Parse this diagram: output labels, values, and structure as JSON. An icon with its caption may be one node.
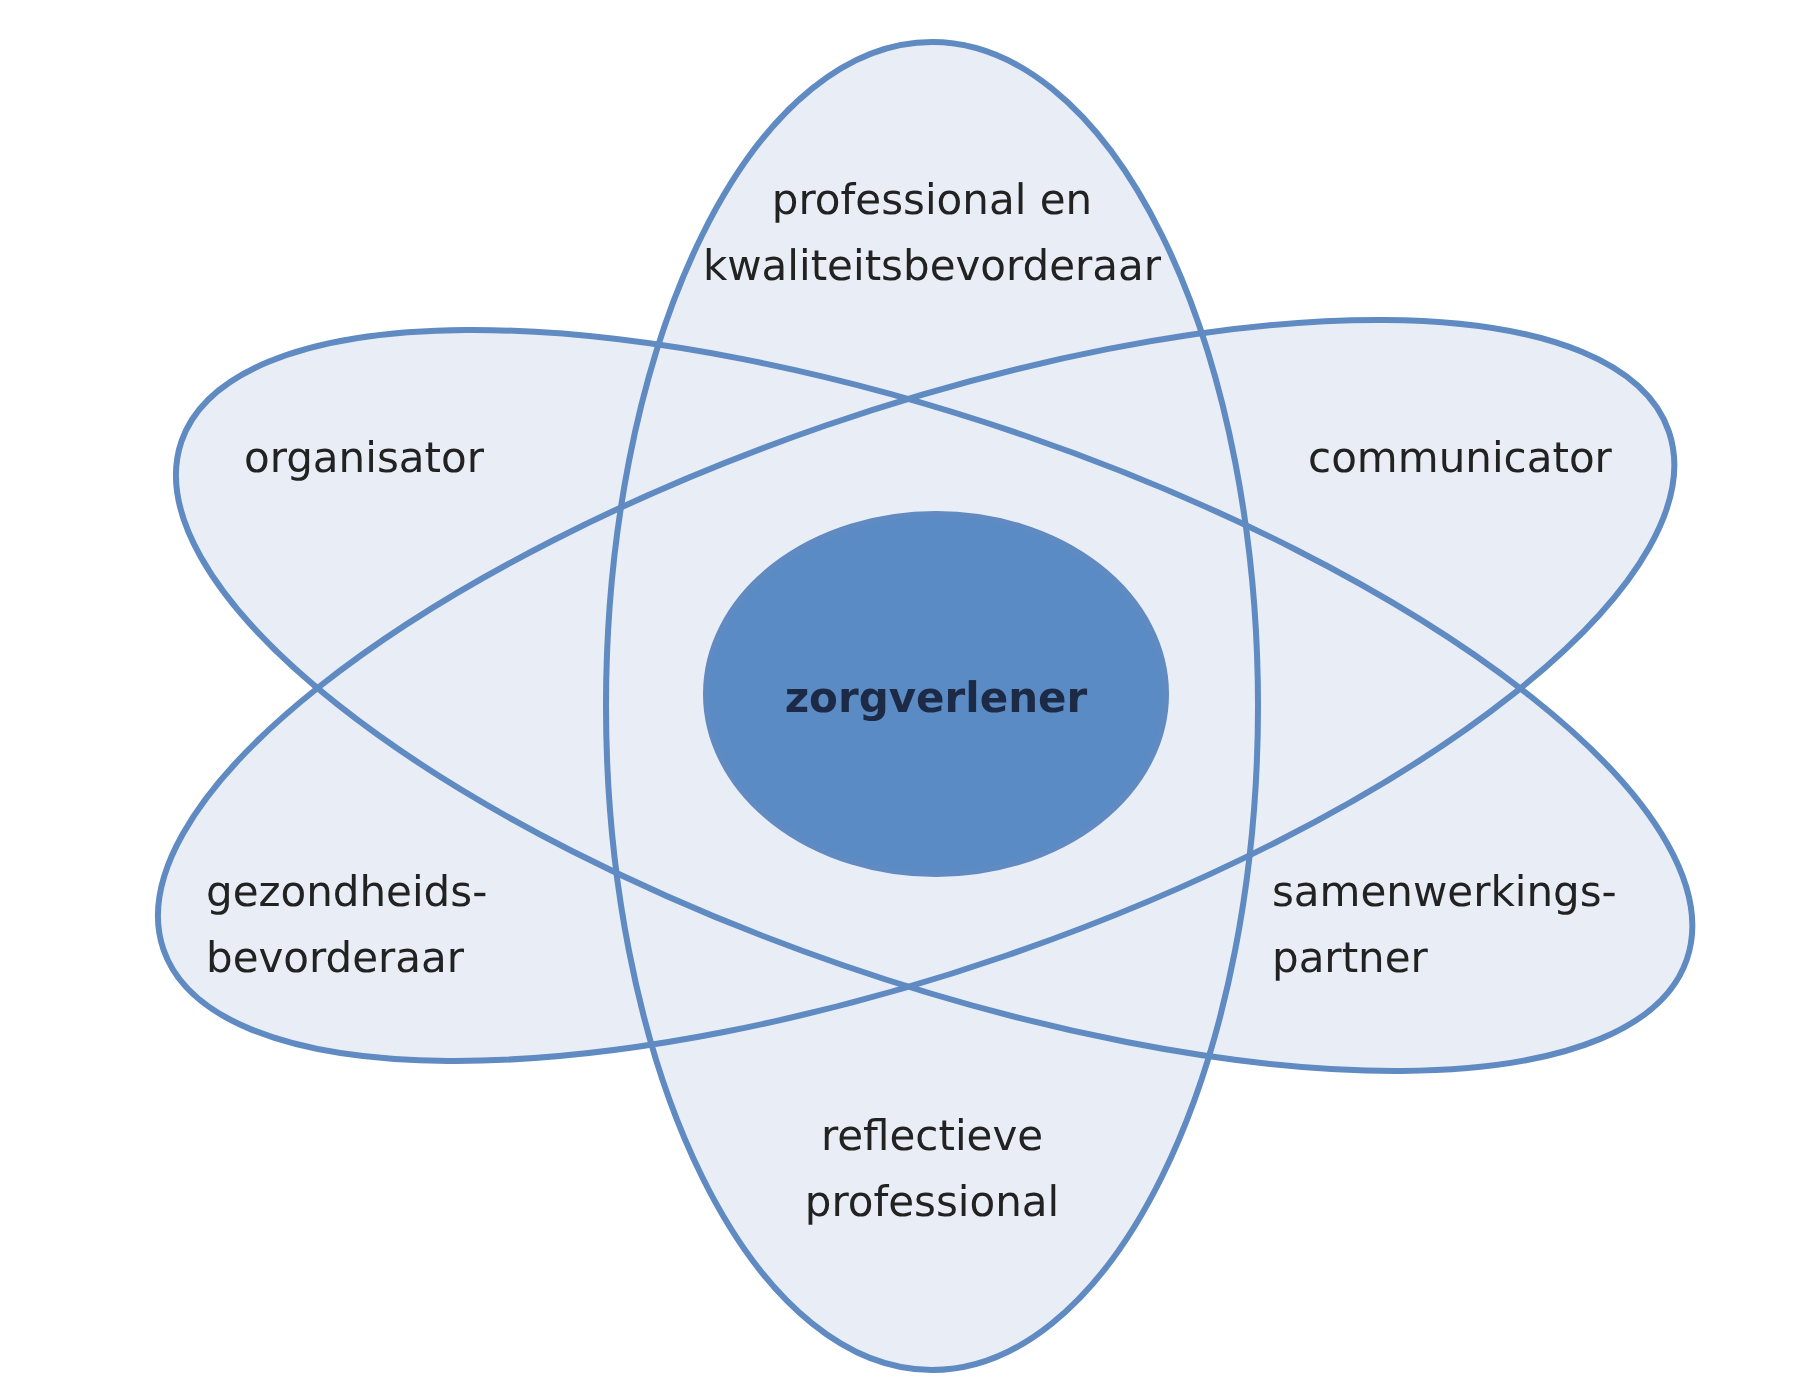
{
  "diagram": {
    "nodes": [
      {
        "text": [
          "professional en kwaliteitsbevorderaar",
          "reflectieve professional"
        ]
      },
      {
        "text": [
          "organisator",
          "samenwerkings- partner"
        ]
      },
      {
        "text": [
          "communicator",
          "gezondheids- bevorderaar"
        ]
      },
      {
        "text": [
          "zorgverlener"
        ]
      }
    ]
  }
}
